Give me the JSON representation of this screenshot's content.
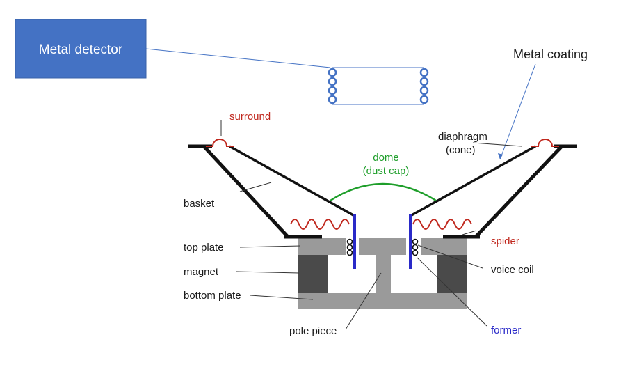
{
  "annotations": {
    "detector_box": "Metal detector",
    "metal_coating": "Metal coating"
  },
  "labels": {
    "surround": "surround",
    "diaphragm_line1": "diaphragm",
    "diaphragm_line2": "(cone)",
    "dome_line1": "dome",
    "dome_line2": "(dust cap)",
    "basket": "basket",
    "spider": "spider",
    "top_plate": "top plate",
    "magnet": "magnet",
    "bottom_plate": "bottom plate",
    "voice_coil": "voice coil",
    "pole_piece": "pole piece",
    "former": "former"
  },
  "colors": {
    "detector_box_fill": "#4472c4",
    "coil_blue": "#4472c4",
    "surround_red": "#c0281e",
    "dome_green": "#1e9e2a",
    "former_blue": "#2a2ac8",
    "plate_gray": "#9a9a9a",
    "magnet_dark": "#4a4a4a",
    "cone_black": "#111111"
  }
}
